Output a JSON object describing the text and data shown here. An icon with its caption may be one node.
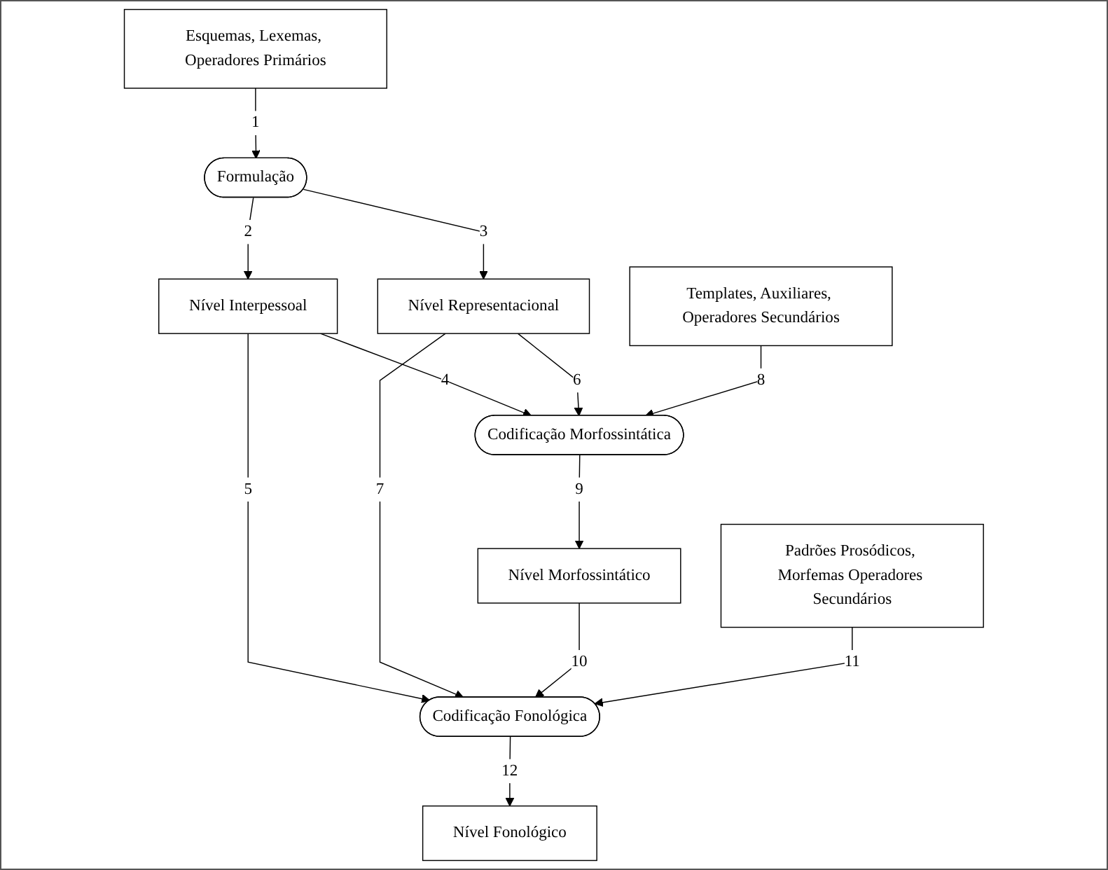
{
  "diagram": {
    "nodes": [
      {
        "text": [
          "Esquemas, Lexemas, Operadores Primários"
        ]
      },
      {
        "text": [
          "Formulação"
        ]
      },
      {
        "text": [
          "Nível Interpessoal"
        ]
      },
      {
        "text": [
          "Nível Representacional"
        ]
      },
      {
        "text": [
          "Templates, Auxiliares, Operadores Secundários"
        ]
      },
      {
        "text": [
          "Codificação Morfossintática"
        ]
      },
      {
        "text": [
          "Nível Morfossintático"
        ]
      },
      {
        "text": [
          "Padrões Prosódicos, Morfemas Operadores Secundários"
        ]
      },
      {
        "text": [
          "Codificação Fonológica"
        ]
      },
      {
        "text": [
          "Nível Fonológico"
        ]
      }
    ],
    "edges": [
      {
        "from": 0,
        "to": 1,
        "arrow": "to",
        "label": "1"
      },
      {
        "from": 1,
        "to": 2,
        "arrow": "to",
        "label": "2"
      },
      {
        "from": 1,
        "to": 3,
        "arrow": "to",
        "label": "3"
      },
      {
        "from": 2,
        "to": 5,
        "arrow": "to",
        "label": "4"
      },
      {
        "from": 2,
        "to": 8,
        "arrow": "to",
        "label": "5"
      },
      {
        "from": 3,
        "to": 5,
        "arrow": "to",
        "label": "6"
      },
      {
        "from": 3,
        "to": 8,
        "arrow": "to",
        "label": "7"
      },
      {
        "from": 4,
        "to": 5,
        "arrow": "to",
        "label": "8"
      },
      {
        "from": 5,
        "to": 6,
        "arrow": "to",
        "label": "9"
      },
      {
        "from": 6,
        "to": 8,
        "arrow": "to",
        "label": "10"
      },
      {
        "from": 7,
        "to": 8,
        "arrow": "to",
        "label": "11"
      },
      {
        "from": 8,
        "to": 9,
        "arrow": "to",
        "label": "12"
      }
    ]
  }
}
